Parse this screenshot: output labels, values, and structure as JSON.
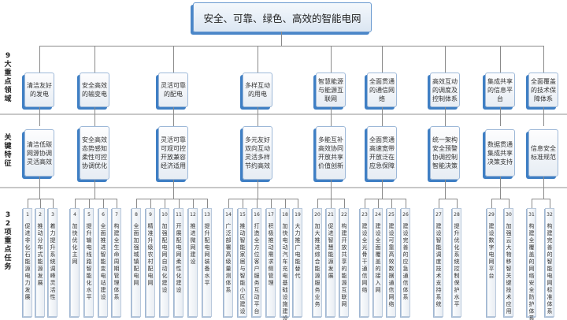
{
  "title": "安全、可靠、绿色、高效的智能电网",
  "side_labels": {
    "domains": "9大重点领域",
    "features": "关键特征",
    "tasks": "32项重点任务"
  },
  "domains": [
    {
      "name": "清洁友好的发电",
      "feature": "清洁低碳网源协调灵活高效",
      "tasks": [
        {
          "num": "1",
          "text": "促进非化石能源电力发展"
        },
        {
          "num": "2",
          "text": "推动分布式能源发展"
        },
        {
          "num": "3",
          "text": "着力提升系统调峰灵活性"
        }
      ]
    },
    {
      "name": "安全高效的输变电",
      "feature": "安全高效态势感知柔性可控协调优化",
      "tasks": [
        {
          "num": "4",
          "text": "加快优化主网"
        },
        {
          "num": "5",
          "text": "提升输电线路智能化水平"
        },
        {
          "num": "6",
          "text": "全面推进智能变电站建设"
        },
        {
          "num": "7",
          "text": "构建全生命周期管理体系"
        }
      ]
    },
    {
      "name": "灵活可靠的配电",
      "feature": "灵活可靠可观可控开放兼容经济适用",
      "tasks": [
        {
          "num": "8",
          "text": "全面加强城镇配电网"
        },
        {
          "num": "9",
          "text": "精准升级农村配电网"
        },
        {
          "num": "10",
          "text": "加强配电网自动化建设"
        },
        {
          "num": "11",
          "text": "开展配电网柔性化建设"
        },
        {
          "num": "12",
          "text": "推进微网建设"
        },
        {
          "num": "13",
          "text": "提升配电网装备水平"
        }
      ]
    },
    {
      "name": "多样互动的用电",
      "feature": "多元友好双向互动灵活多样节约高效",
      "tasks": [
        {
          "num": "14",
          "text": "广泛部署高级量测体系"
        },
        {
          "num": "15",
          "text": "推动智能家居与智能小区建设"
        },
        {
          "num": "16",
          "text": "打造全方位客户服务互动平台"
        },
        {
          "num": "17",
          "text": "积极推动需求侧管理"
        },
        {
          "num": "18",
          "text": "加快电动汽车充电基础设施建设"
        },
        {
          "num": "19",
          "text": "大力推广电能替代"
        }
      ]
    },
    {
      "name": "智慧能源与能源互联网",
      "feature": "多能互补高效协同开放共享价值创新",
      "tasks": [
        {
          "num": "20",
          "text": "加大推进综合能源服务业务"
        },
        {
          "num": "21",
          "text": "促进智慧能源发展"
        },
        {
          "num": "22",
          "text": "构建开放共享的能源互联网"
        }
      ]
    },
    {
      "name": "全面贯通的通信网络",
      "feature": "全面贯通高速宽带开放泛在应急保障",
      "tasks": [
        {
          "num": "23",
          "text": "建设全光骨干通信网络"
        },
        {
          "num": "24",
          "text": "建设全面覆盖的接入网"
        },
        {
          "num": "25",
          "text": "建设可靠高效数据通信网络"
        },
        {
          "num": "26",
          "text": "建设完善的应急通信体系"
        }
      ]
    },
    {
      "name": "高效互动的调度及控制体系",
      "feature": "统一架构安全预警协调控制智能决策",
      "tasks": [
        {
          "num": "27",
          "text": "建设智能调度技术支持系统"
        },
        {
          "num": "28",
          "text": "提升优化系统控制保护水平"
        }
      ]
    },
    {
      "name": "集成共享的信息平台",
      "feature": "数据贯通集成共享决策支持",
      "tasks": [
        {
          "num": "29",
          "text": "建设数字电网平台"
        },
        {
          "num": "30",
          "text": "加强云大物移智关键技术应用"
        }
      ]
    },
    {
      "name": "全面覆盖的技术保障体系",
      "feature": "信息安全标准规范",
      "tasks": [
        {
          "num": "31",
          "text": "构建全覆盖的网络安全防护体系"
        },
        {
          "num": "32",
          "text": "构建完善的智能电网标准体系"
        }
      ]
    }
  ]
}
